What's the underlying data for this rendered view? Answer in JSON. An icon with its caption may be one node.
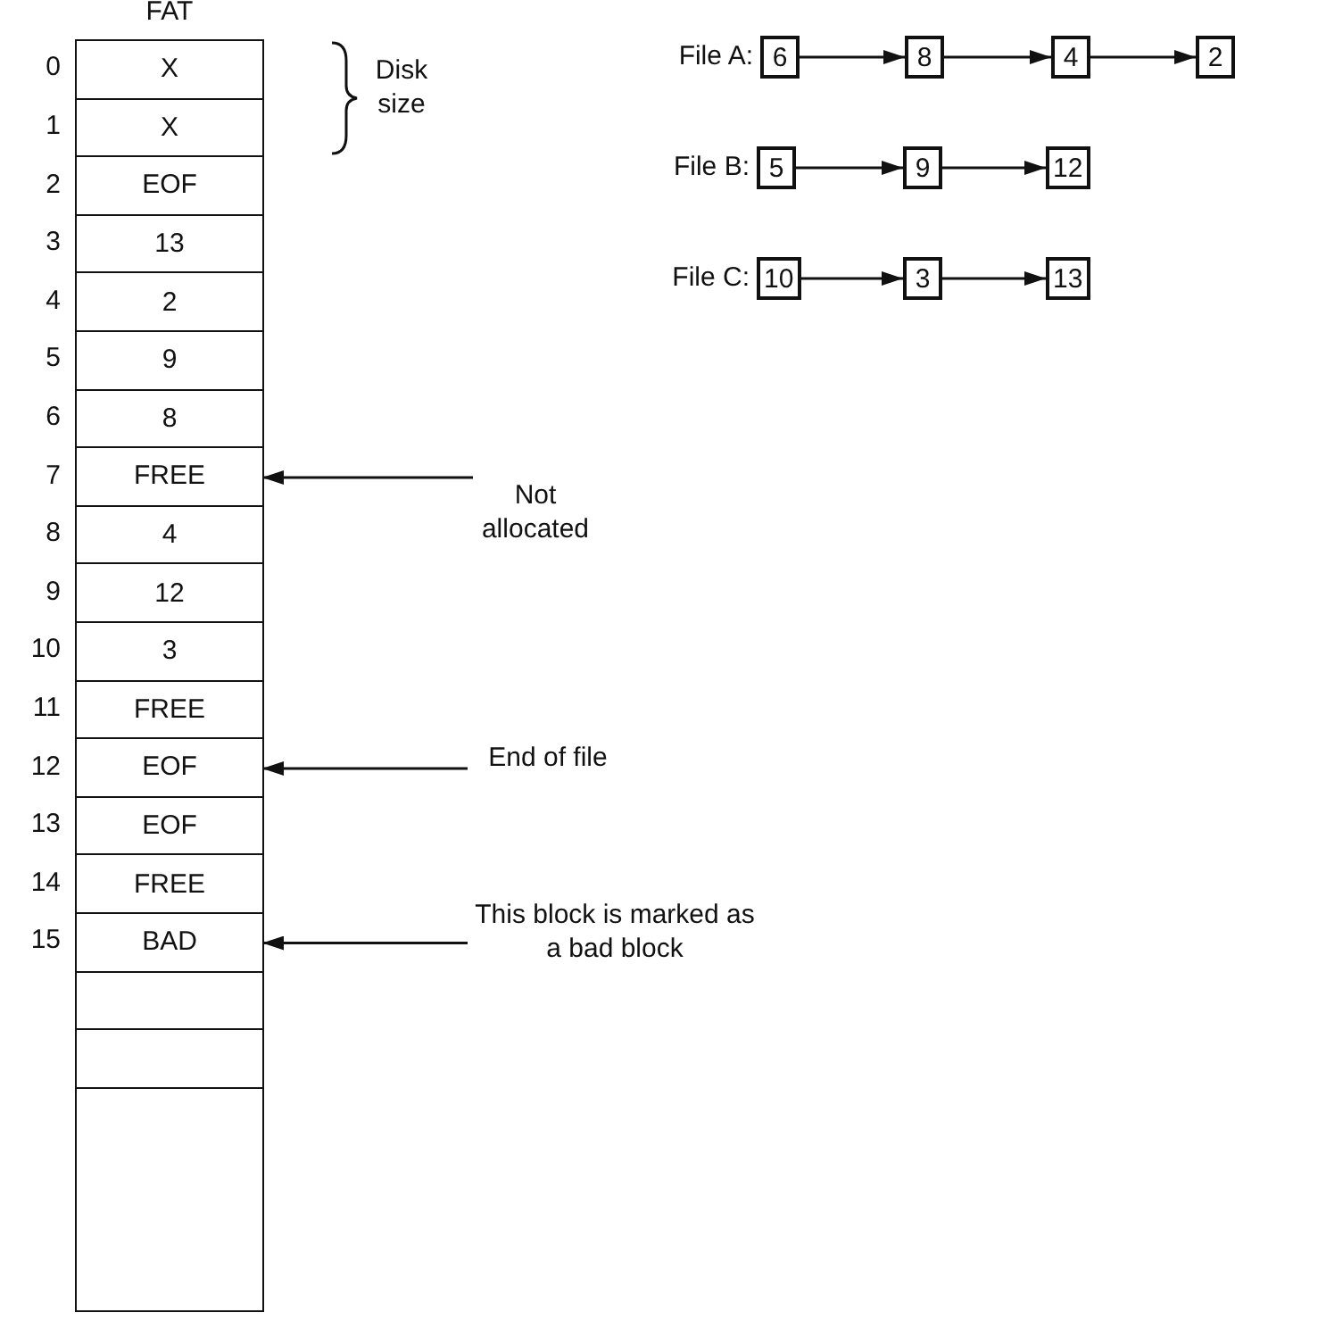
{
  "diagram": {
    "nodes": [
      {
        "text": [
          "FAT"
        ]
      },
      {
        "text": [
          "X"
        ],
        "in": 0,
        "beside": [
          "0"
        ]
      },
      {
        "text": [
          "X"
        ],
        "in": 0,
        "beside": [
          "1"
        ]
      },
      {
        "text": [
          "EOF"
        ],
        "in": 0,
        "beside": [
          "2"
        ]
      },
      {
        "text": [
          "13"
        ],
        "in": 0,
        "beside": [
          "3"
        ]
      },
      {
        "text": [
          "2"
        ],
        "in": 0,
        "beside": [
          "4"
        ]
      },
      {
        "text": [
          "9"
        ],
        "in": 0,
        "beside": [
          "5"
        ]
      },
      {
        "text": [
          "8"
        ],
        "in": 0,
        "beside": [
          "6"
        ]
      },
      {
        "text": [
          "FREE"
        ],
        "in": 0,
        "beside": [
          "7"
        ]
      },
      {
        "text": [
          "4"
        ],
        "in": 0,
        "beside": [
          "8"
        ]
      },
      {
        "text": [
          "12"
        ],
        "in": 0,
        "beside": [
          "9"
        ]
      },
      {
        "text": [
          "3"
        ],
        "in": 0,
        "beside": [
          "10"
        ]
      },
      {
        "text": [
          "FREE"
        ],
        "in": 0,
        "beside": [
          "11"
        ]
      },
      {
        "text": [
          "EOF"
        ],
        "in": 0,
        "beside": [
          "12"
        ]
      },
      {
        "text": [
          "EOF"
        ],
        "in": 0,
        "beside": [
          "13"
        ]
      },
      {
        "text": [
          "FREE"
        ],
        "in": 0,
        "beside": [
          "14"
        ]
      },
      {
        "text": [
          "BAD"
        ],
        "in": 0,
        "beside": [
          "15"
        ]
      },
      {
        "text": [],
        "shape": "box",
        "in": 0
      },
      {
        "text": [],
        "shape": "box",
        "in": 0
      },
      {
        "text": [
          "Not allocated"
        ]
      },
      {
        "text": [
          "End of file"
        ]
      },
      {
        "text": [
          "This block is marked as a bad block"
        ]
      },
      {
        "text": [
          "6"
        ],
        "beside": [
          "File A:"
        ]
      },
      {
        "text": [
          "8"
        ]
      },
      {
        "text": [
          "4"
        ]
      },
      {
        "text": [
          "2"
        ]
      },
      {
        "text": [
          "5"
        ],
        "beside": [
          "File B:"
        ]
      },
      {
        "text": [
          "9"
        ]
      },
      {
        "text": [
          "12"
        ]
      },
      {
        "text": [
          "10"
        ],
        "beside": [
          "File C:"
        ]
      },
      {
        "text": [
          "3"
        ]
      },
      {
        "text": [
          "13"
        ]
      }
    ],
    "edges": [
      {
        "from": 19,
        "to": 8,
        "arrow": "to"
      },
      {
        "from": 20,
        "to": 13,
        "arrow": "to"
      },
      {
        "from": 21,
        "to": 16,
        "arrow": "to"
      },
      {
        "from": 22,
        "to": 23,
        "arrow": "to"
      },
      {
        "from": 23,
        "to": 24,
        "arrow": "to"
      },
      {
        "from": 24,
        "to": 25,
        "arrow": "to"
      },
      {
        "from": 26,
        "to": 27,
        "arrow": "to"
      },
      {
        "from": 27,
        "to": 28,
        "arrow": "to"
      },
      {
        "from": 29,
        "to": 30,
        "arrow": "to"
      },
      {
        "from": 30,
        "to": 31,
        "arrow": "to"
      }
    ],
    "labels": [
      "Disk size"
    ]
  }
}
